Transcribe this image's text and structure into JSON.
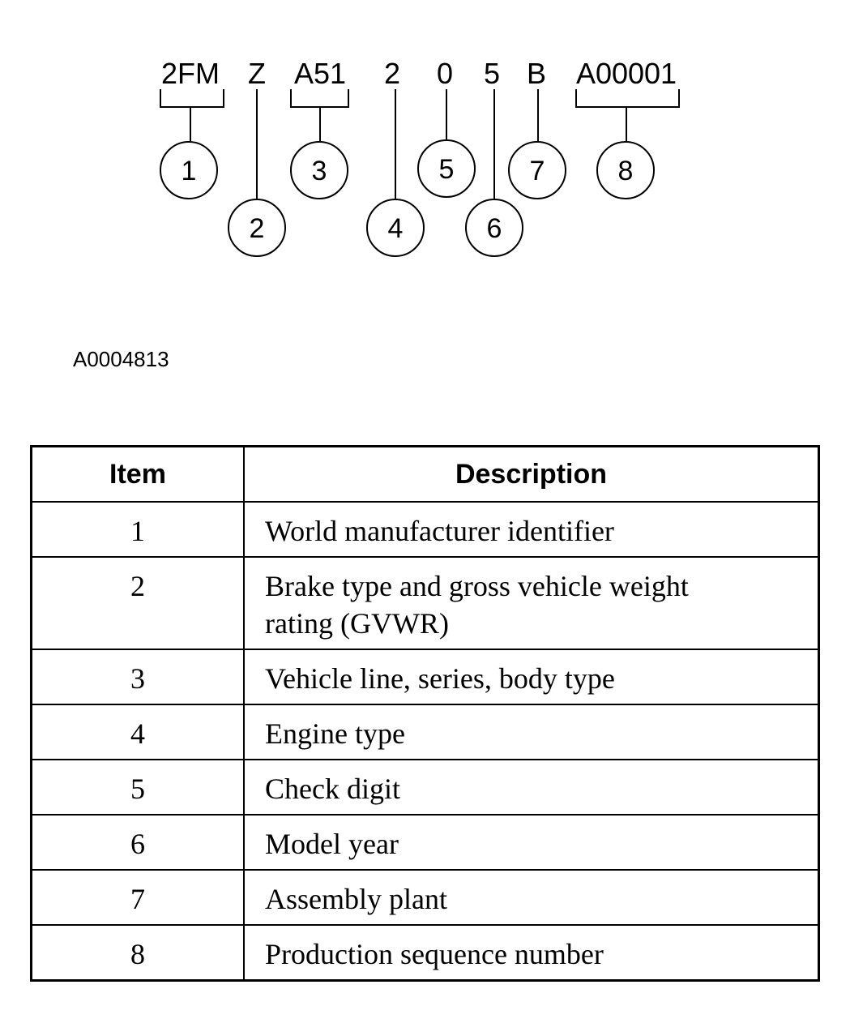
{
  "vin_segments": [
    "2FM",
    "Z",
    "A51",
    "2",
    "0",
    "5",
    "B",
    "A00001"
  ],
  "callouts": [
    "1",
    "2",
    "3",
    "4",
    "5",
    "6",
    "7",
    "8"
  ],
  "figure_id": "A0004813",
  "table": {
    "headers": {
      "item": "Item",
      "description": "Description"
    },
    "rows": [
      {
        "item": "1",
        "description": "World manufacturer identifier"
      },
      {
        "item": "2",
        "description": "Brake type and gross vehicle weight rating (GVWR)"
      },
      {
        "item": "3",
        "description": "Vehicle line, series, body type"
      },
      {
        "item": "4",
        "description": "Engine type"
      },
      {
        "item": "5",
        "description": "Check digit"
      },
      {
        "item": "6",
        "description": "Model year"
      },
      {
        "item": "7",
        "description": "Assembly plant"
      },
      {
        "item": "8",
        "description": "Production sequence number"
      }
    ]
  }
}
